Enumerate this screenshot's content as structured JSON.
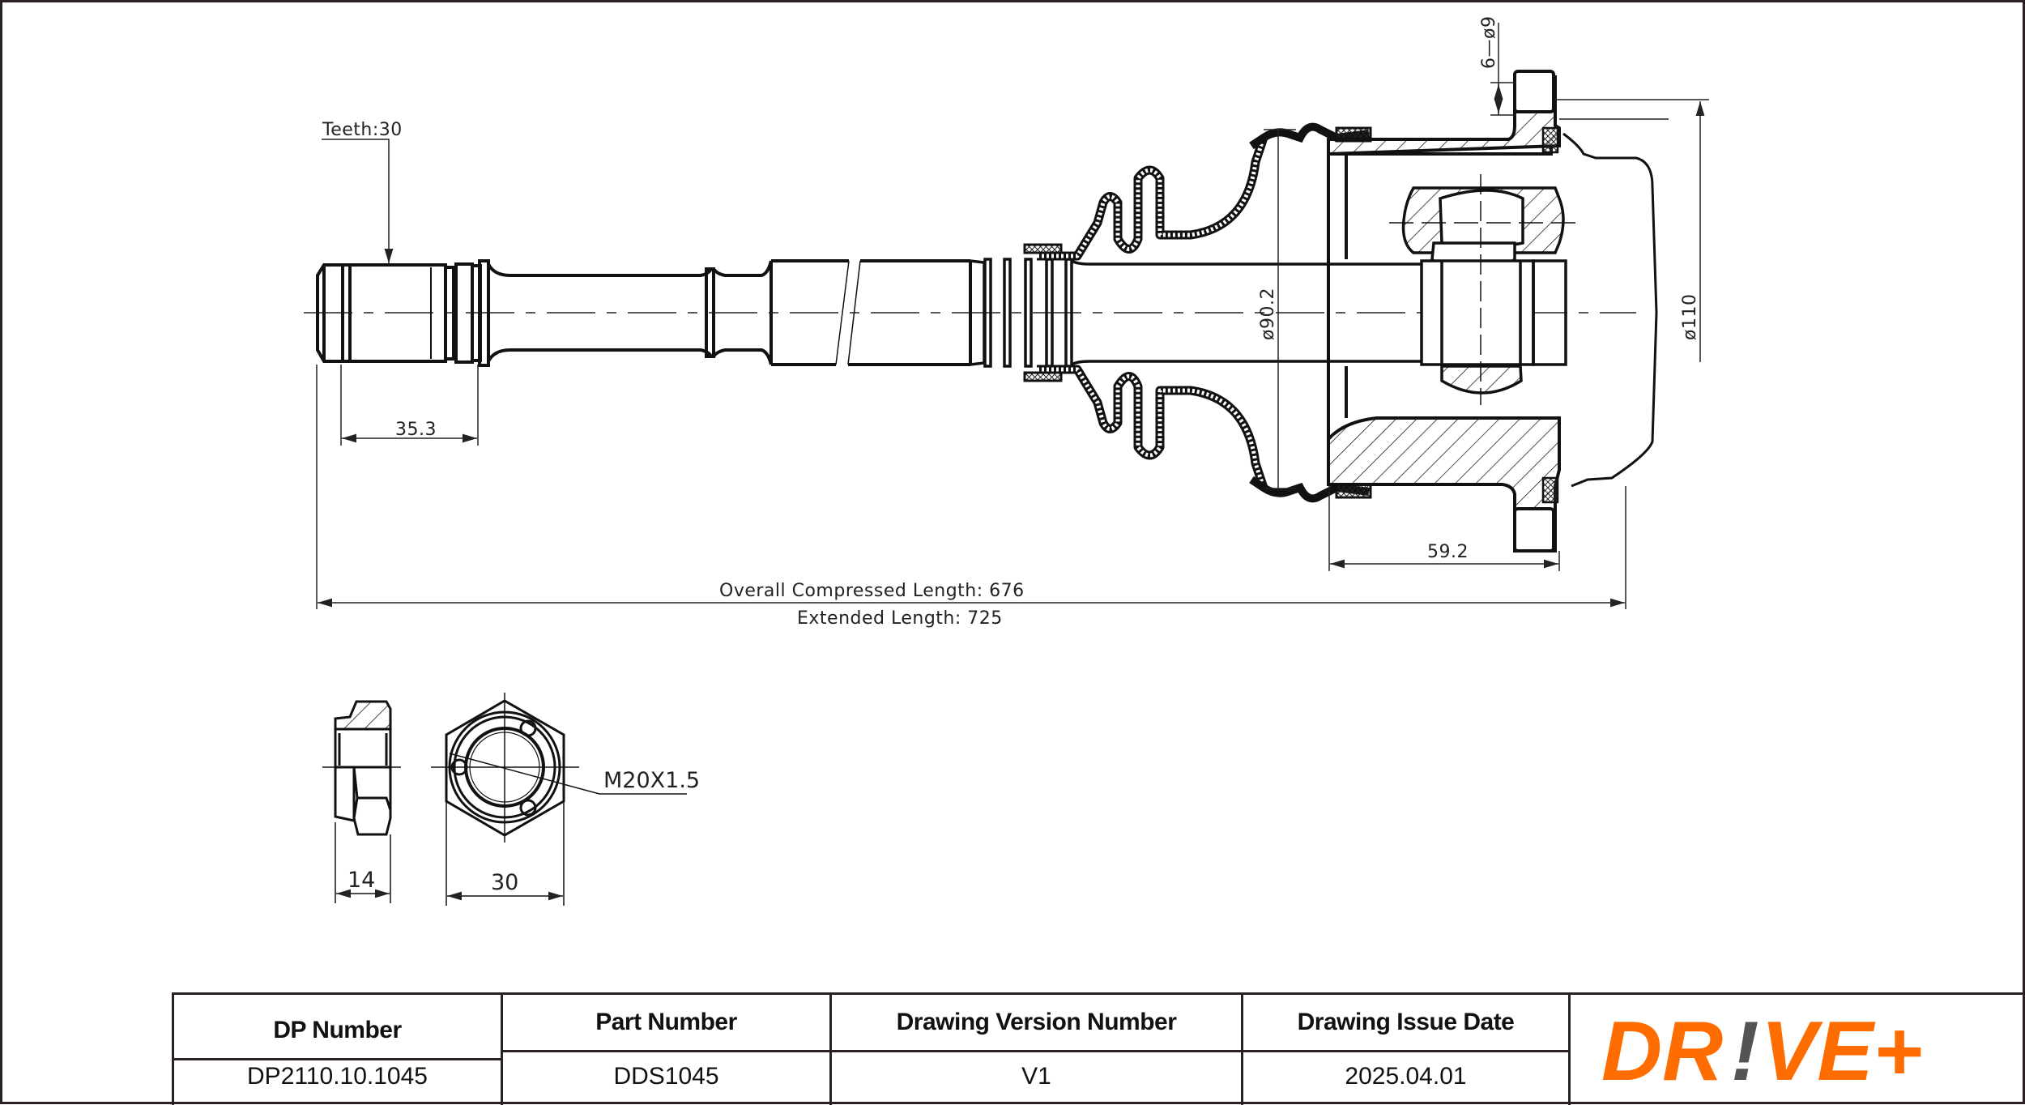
{
  "drawing": {
    "annotations": {
      "teeth": "Teeth:30",
      "spline_length": "35.3",
      "compressed_length": "Overall Compressed Length: 676",
      "extended_length": "Extended Length: 725",
      "housing_depth": "59.2",
      "boot_diameter": "ø90.2",
      "flange_diameter": "ø110",
      "bolt_holes": "6—ø9",
      "nut_thread": "M20X1.5",
      "nut_height": "14",
      "nut_width": "30"
    }
  },
  "title_block": {
    "columns": [
      {
        "header": "DP Number",
        "value": "DP2110.10.1045"
      },
      {
        "header": "Part Number",
        "value": "DDS1045"
      },
      {
        "header": "Drawing Version Number",
        "value": "V1"
      },
      {
        "header": "Drawing Issue Date",
        "value": "2025.04.01"
      }
    ],
    "logo": {
      "text_left": "DR",
      "text_mark": "!",
      "text_right": "VE+",
      "brand_color": "#ff6d00",
      "mark_color": "#545454"
    }
  }
}
